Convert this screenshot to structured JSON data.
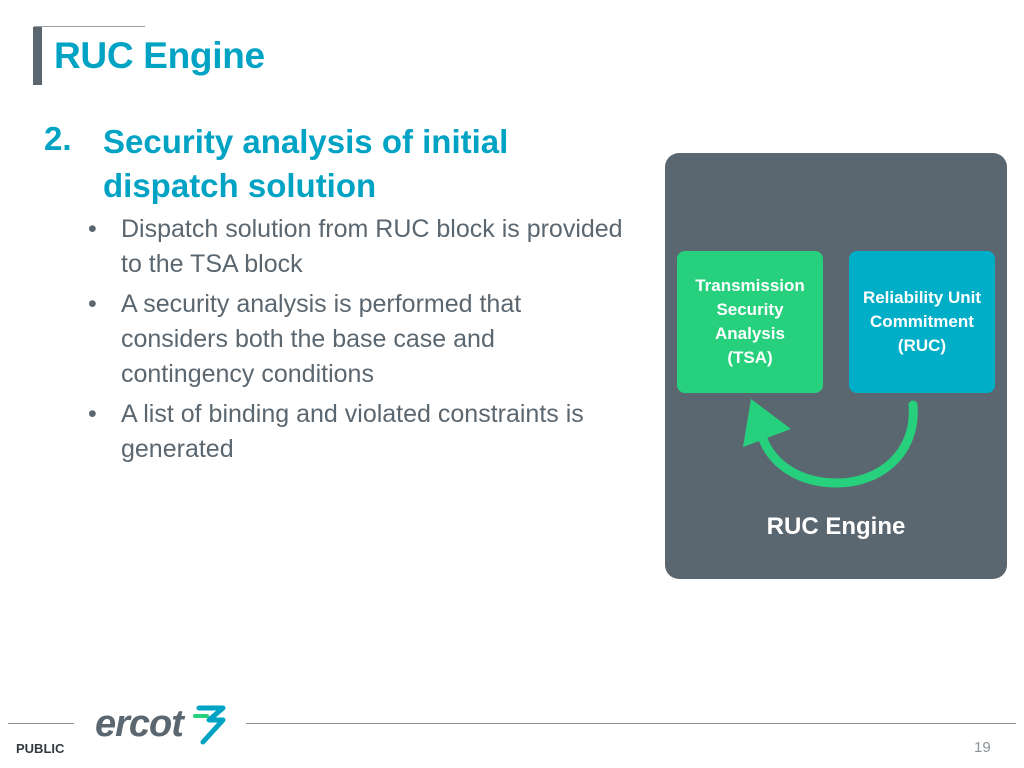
{
  "slide": {
    "title": "RUC Engine",
    "section_number": "2.",
    "section_heading": "Security analysis of initial dispatch solution",
    "bullets": [
      "Dispatch solution from RUC block is provided to the TSA block",
      "A security analysis is performed that considers both the base case and contingency conditions",
      "A list of binding and violated constraints is generated"
    ]
  },
  "diagram": {
    "tsa_label": "Transmission\nSecurity\nAnalysis\n(TSA)",
    "ruc_label": "Reliability Unit\nCommitment\n(RUC)",
    "engine_label": "RUC Engine",
    "colors": {
      "panel": "#5b6770",
      "tsa": "#26d07c",
      "ruc": "#00aec7",
      "arrow": "#26d07c"
    }
  },
  "footer": {
    "logo_text": "ercot",
    "classification": "PUBLIC",
    "page_number": "19"
  }
}
